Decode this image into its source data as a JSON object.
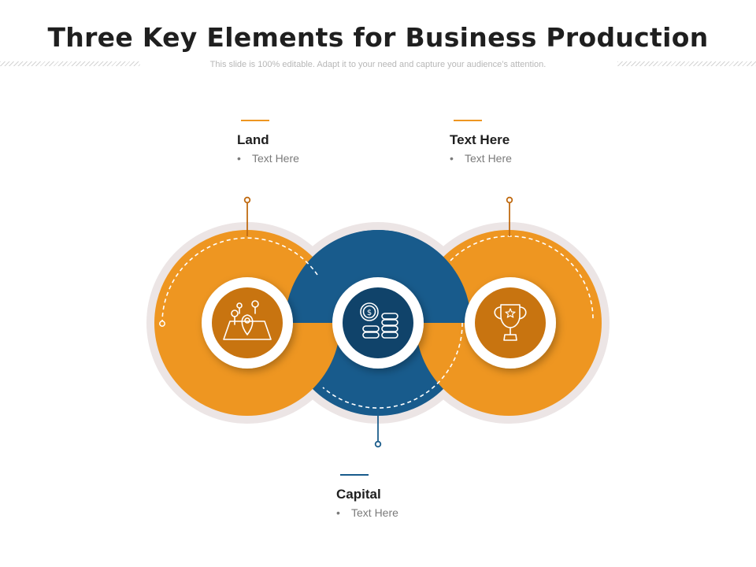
{
  "slide": {
    "title": "Three Key Elements for Business Production",
    "subtitle": "This slide is 100% editable. Adapt it to your need and capture your audience’s attention."
  },
  "elements": [
    {
      "heading": "Land",
      "bullet": "Text Here",
      "icon": "map-location-icon",
      "color": "#EE9621"
    },
    {
      "heading": "Capital",
      "bullet": "Text Here",
      "icon": "coins-icon",
      "color": "#185B8C"
    },
    {
      "heading": "Text Here",
      "bullet": "Text Here",
      "icon": "trophy-icon",
      "color": "#EE9621"
    }
  ],
  "colors": {
    "orange": "#EE9621",
    "orange_dark": "#C87410",
    "blue": "#185B8C",
    "blue_dark": "#10436A",
    "ring": "#ECE5E5",
    "connector_orange": "#C06B12",
    "connector_blue": "#1D5E8C"
  }
}
